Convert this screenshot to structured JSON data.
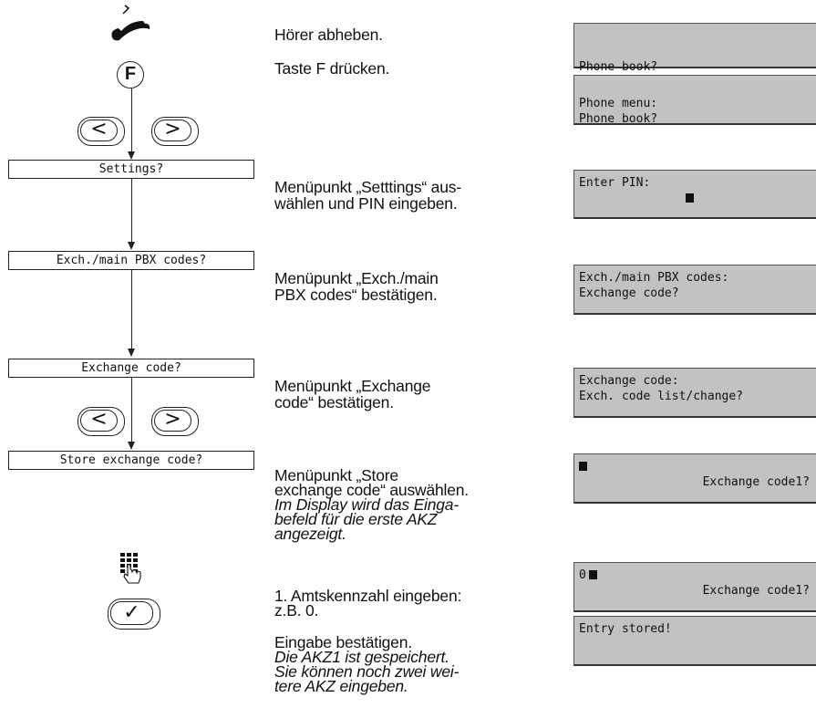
{
  "menu": {
    "settings": "Settings?",
    "exch_main_pbx": "Exch./main PBX codes?",
    "exchange_code": "Exchange code?",
    "store_exchange_code": "Store exchange code?"
  },
  "keys": {
    "f_key": "F",
    "left": "<",
    "right": ">",
    "ok": "✓"
  },
  "steps": [
    {
      "text": "Hörer abheben.",
      "italic": ""
    },
    {
      "text": "Taste F drücken.",
      "italic": ""
    },
    {
      "text": "Menüpunkt „Setttings“ aus-\nwählen und PIN eingeben.",
      "italic": ""
    },
    {
      "text": "Menüpunkt „Exch./main\nPBX codes“ bestätigen.",
      "italic": ""
    },
    {
      "text": "Menüpunkt „Exchange\ncode“ bestätigen.",
      "italic": ""
    },
    {
      "text": "Menüpunkt „Store\nexchange code“ auswählen.",
      "italic": "Im Display wird das Einga-\nbefeld für die erste AKZ\nangezeigt."
    },
    {
      "text": "1. Amtskennzahl eingeben:\nz.B. 0.",
      "italic": ""
    },
    {
      "text": "Eingabe bestätigen.",
      "italic": "Die AKZ1 ist gespeichert.\nSie können noch zwei wei-\ntere AKZ eingeben."
    }
  ],
  "displays": [
    {
      "line1": "",
      "line2": "Phone book?"
    },
    {
      "line1": "Phone menu:",
      "line2": "Phone book?"
    },
    {
      "line1": "Enter PIN:",
      "line2": ""
    },
    {
      "line1": "Exch./main PBX codes:",
      "line2": "Exchange code?"
    },
    {
      "line1": "Exchange code:",
      "line2": "Exch. code list/change?"
    },
    {
      "line1": "",
      "line2": "Exchange code1?"
    },
    {
      "line1": "0",
      "line2": "Exchange code1?"
    },
    {
      "line1": "Entry stored!",
      "line2": ""
    }
  ],
  "icons": {
    "handset": "handset-lift-icon",
    "keypad": "keypad-hand-icon"
  }
}
